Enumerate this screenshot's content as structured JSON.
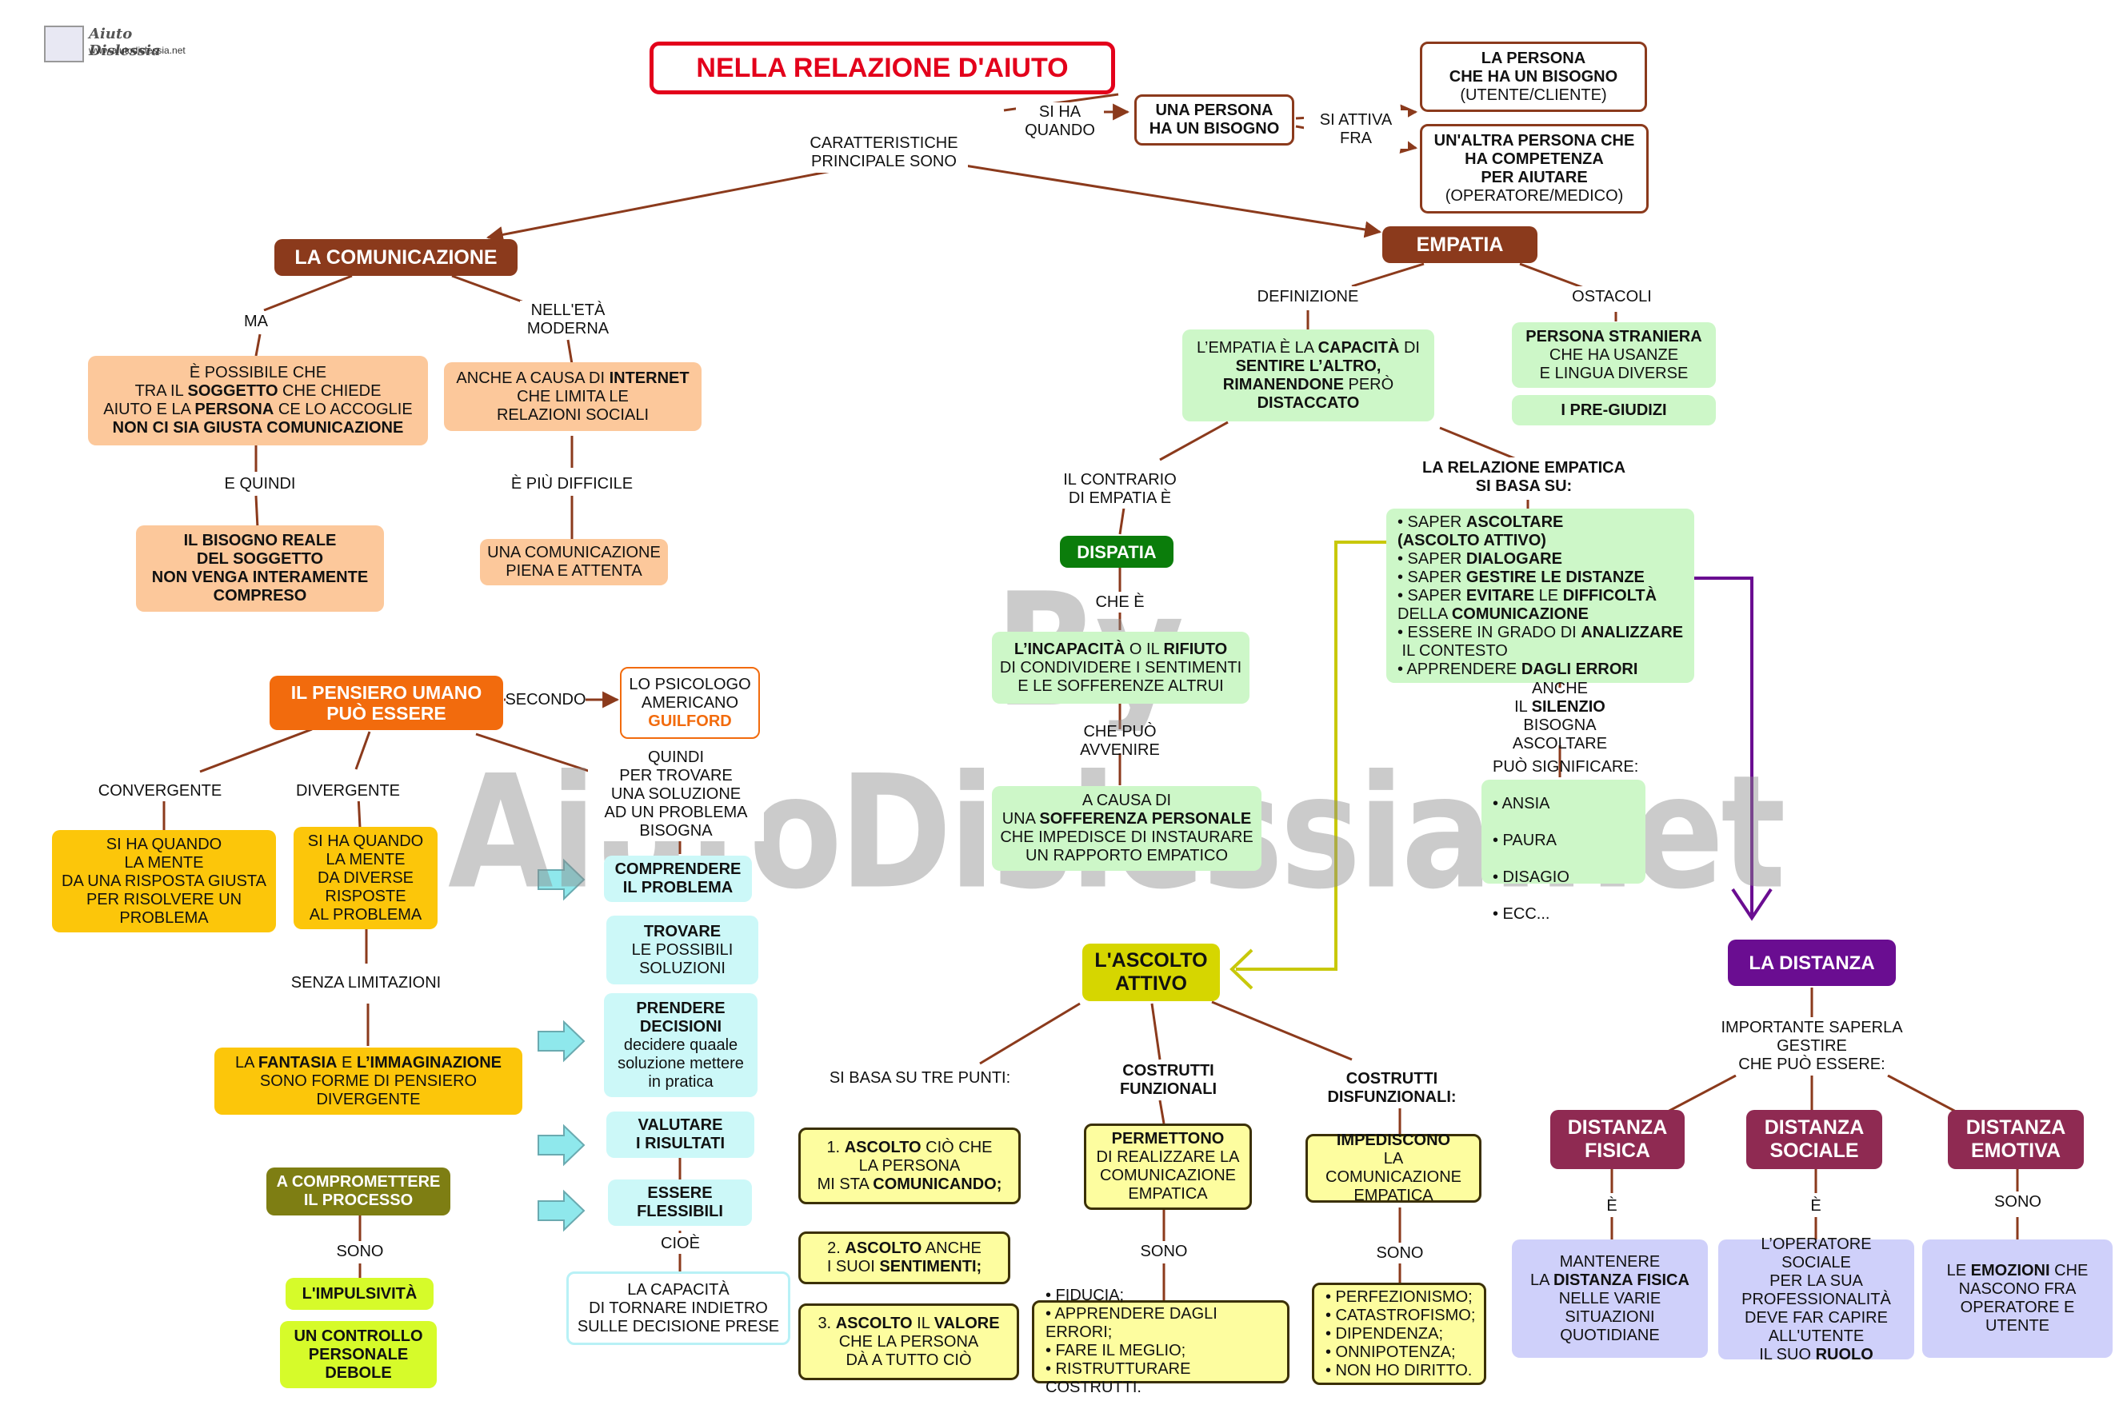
{
  "logo": {
    "name": "Aiuto Dislessia",
    "url": "www.aiutodislessia.net"
  },
  "watermark": "By AiutoDislessia.net",
  "nodes": {
    "title": "NELLA RELAZIONE D'AIUTO",
    "persona_bisogno": "UNA PERSONA\nHA UN BISOGNO",
    "utente": "LA PERSONA\nCHE HA UN BISOGNO\n(UTENTE/CLIENTE)",
    "operatore": "UN'ALTRA PERSONA CHE\nHA COMPETENZA\nPER AIUTARE\n(OPERATORE/MEDICO)",
    "comunicazione": "LA COMUNICAZIONE",
    "empatia": "EMPATIA",
    "possibile": "È POSSIBILE CHE\nTRA IL SOGGETTO CHE CHIEDE\nAIUTO E LA PERSONA CE LO ACCOGLIE\nNON CI SIA GIUSTA COMUNICAZIONE",
    "internet": "ANCHE A CAUSA DI INTERNET\nCHE  LIMITA LE\nRELAZIONI SOCIALI",
    "bisogno_reale": "IL BISOGNO REALE\nDEL SOGGETTO\nNON VENGA INTERAMENTE\nCOMPRESO",
    "comunicazione_piena": "UNA COMUNICAZIONE\nPIENA E ATTENTA",
    "empatia_def": "L’EMPATIA È LA CAPACITÀ DI\nSENTIRE L’ALTRO,\nRIMANENDONE PERÒ\nDISTACCATO",
    "straniera": "PERSONA STRANIERA\nCHE  HA USANZE\nE LINGUA DIVERSE",
    "pregiudizi": "I PRE-GIUDIZI",
    "dispatia": "DISPATIA",
    "incapacita": "L’INCAPACITÀ O IL RIFIUTO\nDI CONDIVIDERE I SENTIMENTI\nE LE SOFFERENZE ALTRUI",
    "sofferenza": "A CAUSA DI\nUNA SOFFERENZA PERSONALE\nCHE IMPEDISCE DI INSTAURARE\nUN RAPPORTO EMPATICO",
    "relazione_list": [
      "• SAPER ASCOLTARE",
      "(ASCOLTO ATTIVO)",
      "• SAPER DIALOGARE",
      "• SAPER GESTIRE LE DISTANZE",
      "• SAPER EVITARE LE DIFFICOLTÀ",
      "DELLA COMUNICAZIONE",
      "• ESSERE IN GRADO DI ANALIZZARE",
      "IL CONTESTO",
      "• APPRENDERE DAGLI ERRORI"
    ],
    "significare": [
      "PUÒ SIGNIFICARE:",
      "• ANSIA",
      "• PAURA",
      "• DISAGIO",
      "• ECC..."
    ],
    "pensiero": "IL PENSIERO UMANO\nPUÒ ESSERE",
    "guilford_pre": "LO PSICOLOGO\nAMERICANO",
    "guilford": "GUILFORD",
    "convergente_box": "SI HA QUANDO\nLA MENTE\nDA UNA RISPOSTA GIUSTA\nPER RISOLVERE UN\nPROBLEMA",
    "divergente_box": "SI HA QUANDO\nLA MENTE\nDA DIVERSE\nRISPOSTE\nAL PROBLEMA",
    "fantasia": "LA FANTASIA E L’IMMAGINAZIONE\nSONO FORME DI PENSIERO\nDIVERGENTE",
    "comprendere": "COMPRENDERE\nIL PROBLEMA",
    "trovare": "TROVARE\nLE POSSIBILI\nSOLUZIONI",
    "prendere": "PRENDERE\nDECISIONI",
    "prendere_sub": "decidere quaale\nsoluzione mettere\nin pratica",
    "valutare": "VALUTARE\nI RISULTATI",
    "flessibili": "ESSERE\nFLESSIBILI",
    "capacita_tornare": "LA CAPACITÀ\nDI TORNARE INDIETRO\nSULLE DECISIONE PRESE",
    "compromettere": "A COMPROMETTERE\nIL PROCESSO",
    "impulsivita": "L'IMPULSIVITÀ",
    "controllo": "UN CONTROLLO\nPERSONALE\nDEBOLE",
    "ascolto_attivo": "L'ASCOLTO\nATTIVO",
    "ascolto1": "1. ASCOLTO CIÒ CHE\nLA PERSONA\nMI STA COMUNICANDO;",
    "ascolto2": "2. ASCOLTO ANCHE\nI SUOI SENTIMENTI;",
    "ascolto3": "3. ASCOLTO IL VALORE\nCHE LA PERSONA\nDÀ A TUTTO CIÒ",
    "permettono": "PERMETTONO\nDI REALIZZARE LA\nCOMUNICAZIONE\nEMPATICA",
    "impediscono": "IMPEDISCONO\nLA COMUNICAZIONE\nEMPATICA",
    "funz_list": [
      "• FIDUCIA;",
      "• APPRENDERE DAGLI ERRORI;",
      "• FARE IL MEGLIO;",
      "• RISTRUTTURARE COSTRUTTI."
    ],
    "disfunz_list": [
      "• PERFEZIONISMO;",
      "• CATASTROFISMO;",
      "• DIPENDENZA;",
      "• ONNIPOTENZA;",
      "• NON HO DIRITTO."
    ],
    "distanza": "LA DISTANZA",
    "fisica": "DISTANZA\nFISICA",
    "sociale": "DISTANZA\nSOCIALE",
    "emotiva": "DISTANZA\nEMOTIVA",
    "fisica_desc": "MANTENERE\nLA DISTANZA FISICA\nNELLE VARIE\nSITUAZIONI\nQUOTIDIANE",
    "sociale_desc": "L’OPERATORE SOCIALE\nPER LA SUA\nPROFESSIONALITÀ\nDEVE FAR CAPIRE\nALL'UTENTE\nIL SUO RUOLO",
    "emotiva_desc": "LE EMOZIONI CHE\nNASCONO FRA\nOPERATORE E UTENTE"
  },
  "labels": {
    "si_ha_quando": "SI HA\nQUANDO",
    "si_attiva_fra": "SI ATTIVA\nFRA",
    "caratteristiche": "CARATTERISTICHE\nPRINCIPALE  SONO",
    "ma": "MA",
    "eta_moderna": "NELL'ETÀ\nMODERNA",
    "e_quindi": "E QUINDI",
    "piu_difficile": "È PIÙ DIFFICILE",
    "definizione": "DEFINIZIONE",
    "ostacoli": "OSTACOLI",
    "contrario": "IL CONTRARIO\nDI EMPATIA  È",
    "relazione_empatica": "LA RELAZIONE EMPATICA\nSI BASA SU:",
    "che_e": "CHE È",
    "puo_avvenire": "CHE PUÒ AVVENIRE",
    "silenzio": "ANCHE\nIL SILENZIO\nBISOGNA ASCOLTARE",
    "secondo": "SECONDO",
    "quindi": "QUINDI\nPER TROVARE\nUNA SOLUZIONE\nAD  UN PROBLEMA\nBISOGNA",
    "convergente": "CONVERGENTE",
    "divergente": "DIVERGENTE",
    "senza_limitazioni": "SENZA LIMITAZIONI",
    "cioe": "CIOÈ",
    "sono": "SONO",
    "tre_punti": "SI BASA SU TRE PUNTI:",
    "funzionali": "COSTRUTTI\nFUNZIONALI",
    "disfunzionali": "COSTRUTTI\nDISFUNZIONALI:",
    "importante": "IMPORTANTE SAPERLA\nGESTIRE\nCHE PUÒ ESSERE:",
    "e_accent": "È"
  },
  "colors": {
    "title_red": "#e3001b",
    "brown": "#8b3a1c",
    "green_dark": "#0b7d0b",
    "orange": "#f26b0d",
    "olive": "#7e7e13",
    "yellow_olive": "#c8c80a",
    "purple": "#6a0d91",
    "maroon": "#8f2a52"
  }
}
